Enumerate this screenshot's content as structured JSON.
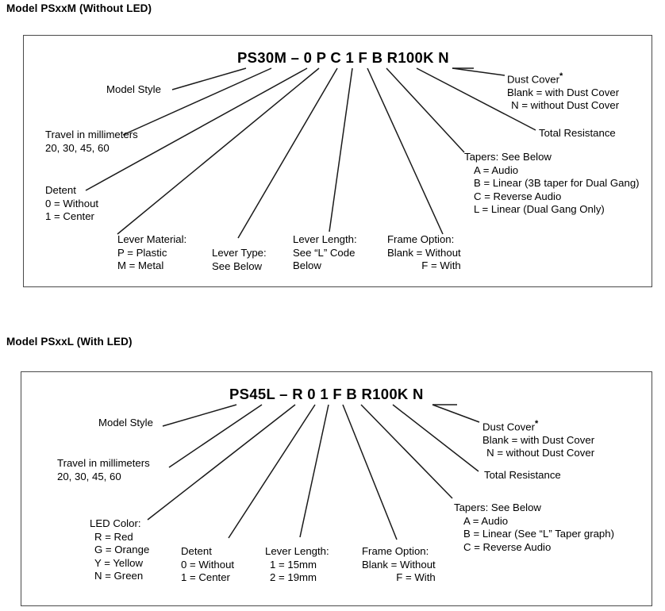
{
  "sections": [
    {
      "heading": "Model PSxxM (Without LED)",
      "part_number": "PS30M – 0 P C 1 F B R100K N",
      "callouts": {
        "model_style": [
          "Model Style"
        ],
        "travel": [
          "Travel in millimeters",
          "20, 30, 45, 60"
        ],
        "detent": [
          "Detent",
          "0 = Without",
          "1 = Center"
        ],
        "lever_material": [
          "Lever Material:",
          "P = Plastic",
          "M = Metal"
        ],
        "lever_type": [
          "Lever Type:",
          "See Below"
        ],
        "lever_length": [
          "Lever Length:",
          "See “L” Code",
          "Below"
        ],
        "frame_option": [
          "Frame Option:",
          "Blank = Without",
          "F = With"
        ],
        "tapers": [
          "Tapers: See Below",
          "A = Audio",
          "B = Linear (3B taper for Dual Gang)",
          "C = Reverse Audio",
          "L = Linear (Dual Gang Only)"
        ],
        "dust_cover": [
          "Dust Cover",
          "Blank = with Dust Cover",
          "N = without Dust Cover"
        ],
        "dust_cover_mark": "*",
        "total_resistance": [
          "Total Resistance"
        ]
      }
    },
    {
      "heading": "Model PSxxL (With LED)",
      "part_number": "PS45L – R 0 1 F B R100K N",
      "callouts": {
        "model_style": [
          "Model Style"
        ],
        "travel": [
          "Travel in millimeters",
          "20, 30, 45, 60"
        ],
        "led_color": [
          "LED Color:",
          "R = Red",
          "G = Orange",
          "Y = Yellow",
          "N = Green"
        ],
        "detent": [
          "Detent",
          "0 = Without",
          "1 = Center"
        ],
        "lever_length": [
          "Lever Length:",
          "1 = 15mm",
          "2 = 19mm"
        ],
        "frame_option": [
          "Frame Option:",
          "Blank = Without",
          "F = With"
        ],
        "tapers": [
          "Tapers: See Below",
          "A = Audio",
          "B = Linear (See “L” Taper graph)",
          "C = Reverse Audio"
        ],
        "dust_cover": [
          "Dust Cover",
          "Blank = with Dust Cover",
          "N = without Dust Cover"
        ],
        "dust_cover_mark": "*",
        "total_resistance": [
          "Total Resistance"
        ]
      }
    }
  ],
  "colors": {
    "text": "#000000",
    "panel_border": "#4a4a4a",
    "leader_line": "#1a1a1a",
    "background": "#ffffff"
  }
}
